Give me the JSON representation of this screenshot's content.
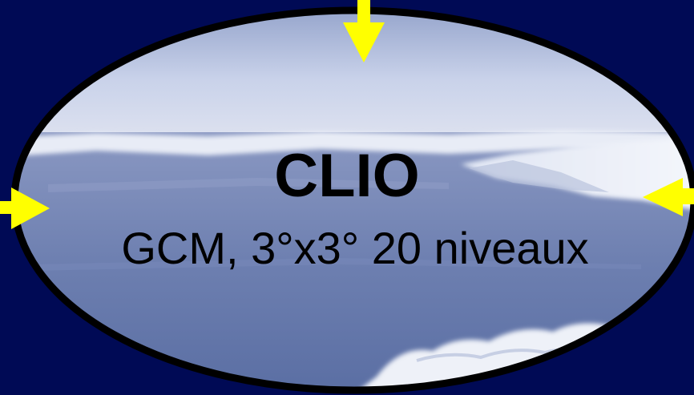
{
  "slide": {
    "title": "CLIO",
    "subtitle": "GCM, 3°x3° 20 niveaux"
  },
  "colors": {
    "background": "#000a55",
    "arrow": "#ffff00",
    "ellipse_border": "#000000",
    "text": "#000000"
  },
  "graphics": {
    "photo": "sea-ice-landscape-photo",
    "arrows": [
      "arrow-top-down-icon",
      "arrow-left-right-icon",
      "arrow-right-left-icon"
    ]
  }
}
